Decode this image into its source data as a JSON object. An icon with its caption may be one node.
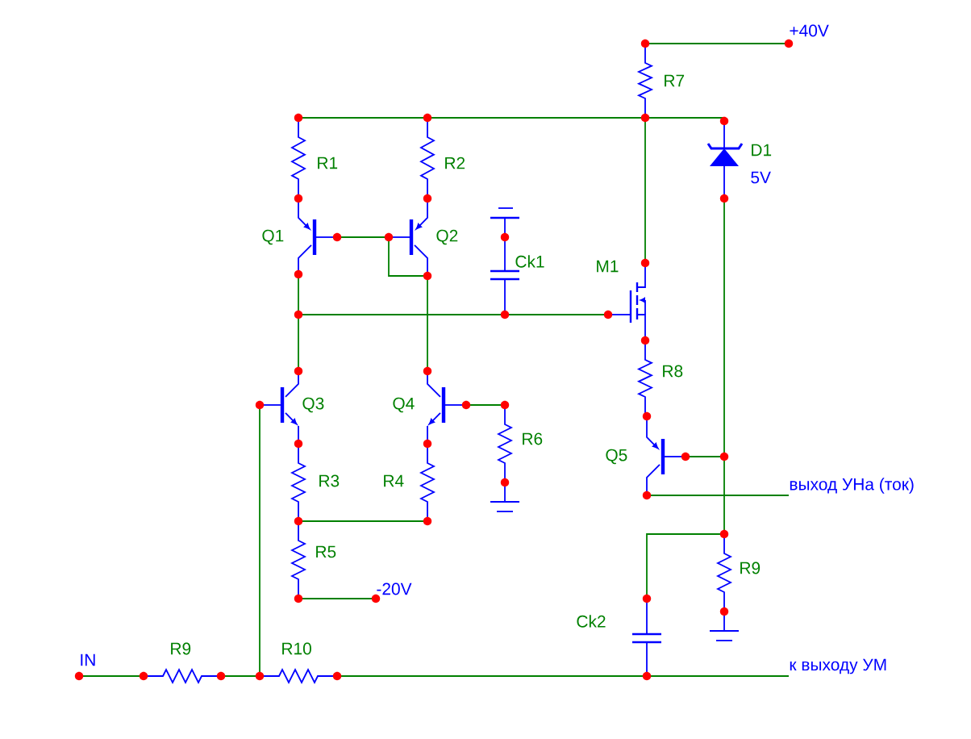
{
  "diagram": {
    "labels": [
      "+40V",
      "R7",
      "D1",
      "5V",
      "R1",
      "R2",
      "Q1",
      "Q2",
      "Ck1",
      "M1",
      "R8",
      "Q3",
      "Q4",
      "R6",
      "Q5",
      "R3",
      "R4",
      "выход УНа (ток)",
      "R5",
      "-20V",
      "R9",
      "Ck2",
      "IN",
      "R9",
      "R10",
      "к выходу УМ"
    ]
  }
}
